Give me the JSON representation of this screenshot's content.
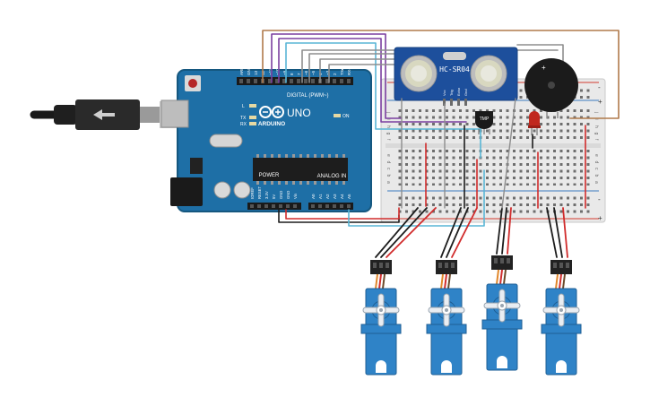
{
  "colors": {
    "background": "#ffffff",
    "arduino_board": "#1e6fa6",
    "arduino_edge": "#15577f",
    "breadboard": "#e9e9e9",
    "rail_red": "#d43a2f",
    "rail_blue": "#3b7bbf",
    "sensor_board": "#1d4f9c",
    "buzzer": "#1b1b1b",
    "servo_body": "#2f83c7",
    "servo_horn": "#e9edf2",
    "led": "#c0281e",
    "wire_brown": "#b07a4b",
    "wire_purple": "#7b3fa0",
    "wire_cyan": "#59b6d6",
    "wire_gray": "#8d8d8d",
    "wire_black": "#1d1d1d",
    "wire_red": "#d12c2c",
    "wire_orange": "#e0872a"
  },
  "arduino": {
    "icon": "arduino-logo-icon",
    "brand": "ARDUINO",
    "model": "UNO",
    "digital_label": "DIGITAL (PWM~)",
    "power_label": "POWER",
    "analog_label": "ANALOG IN",
    "on_label": "ON",
    "l_label": "L",
    "tx_label": "TX",
    "rx_label": "RX",
    "digital_pins": [
      "AREF",
      "GND",
      "13",
      "12",
      "~11",
      "~10",
      "~9",
      "8",
      "7",
      "~6",
      "~5",
      "4",
      "~3",
      "2",
      "TX▸1",
      "RX◂0"
    ],
    "power_pins": [
      "IOREF",
      "RESET",
      "3.3V",
      "5V",
      "GND",
      "GND",
      "Vin"
    ],
    "analog_pins": [
      "A0",
      "A1",
      "A2",
      "A3",
      "A4",
      "A5"
    ]
  },
  "ultrasonic": {
    "model": "HC-SR04",
    "pins": [
      "Vcc",
      "Trig",
      "Echo",
      "Gnd"
    ]
  },
  "temperature_sensor": {
    "label": "TMP"
  },
  "buzzer": {
    "icon": "piezo-buzzer-icon",
    "symbol": "+"
  },
  "breadboard": {
    "row_letters_top": [
      "j",
      "i",
      "h",
      "g",
      "f"
    ],
    "row_letters_bottom": [
      "e",
      "d",
      "c",
      "b",
      "a"
    ],
    "rail_plus": "+",
    "rail_minus": "-"
  },
  "servos": [
    {
      "id": "servo-1",
      "icon": "servo-motor-icon"
    },
    {
      "id": "servo-2",
      "icon": "servo-motor-icon"
    },
    {
      "id": "servo-3",
      "icon": "servo-motor-icon"
    },
    {
      "id": "servo-4",
      "icon": "servo-motor-icon"
    }
  ],
  "usb": {
    "icon": "usb-cable-icon"
  }
}
